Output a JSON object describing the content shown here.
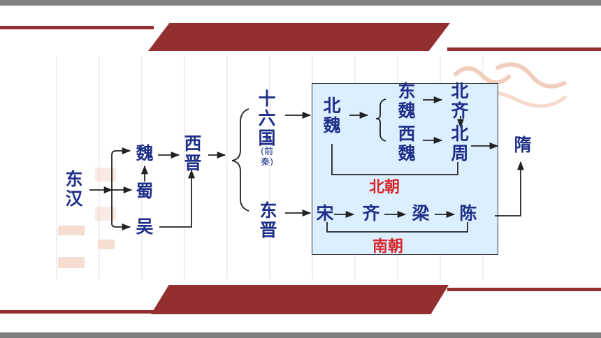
{
  "nodes": {
    "donghan": "东\n汉",
    "wei": "魏",
    "shu": "蜀",
    "wu": "吴",
    "xijin": "西\n晋",
    "shiliuguo": "十\n六\n国",
    "qianqin": "(前\n秦)",
    "dongjin": "东\n晋",
    "beiwei": "北\n魏",
    "dongwei": "东\n魏",
    "xiwei": "西\n魏",
    "beiqi": "北\n齐",
    "beizhou": "北\n周",
    "song": "宋",
    "qi": "齐",
    "liang": "梁",
    "chen": "陈",
    "sui": "隋",
    "beichao": "北朝",
    "nanchao": "南朝"
  },
  "colors": {
    "accent": "#93302f",
    "label": "#1f2f8a",
    "group_label": "#d7262b",
    "panel": "#dcefff"
  }
}
